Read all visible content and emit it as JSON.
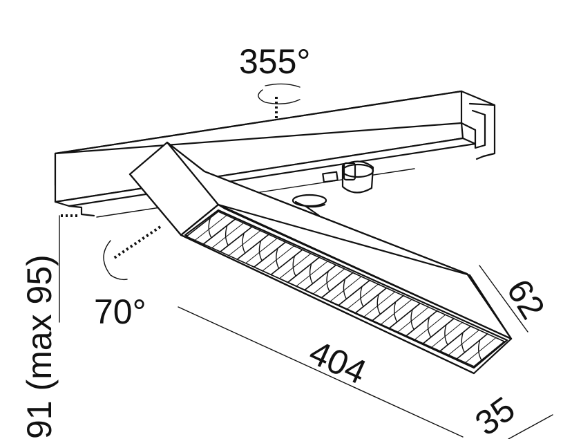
{
  "dimensions": {
    "rotation_horizontal": "355°",
    "tilt": "70°",
    "height": "91 (max 95)",
    "length": "404",
    "head_height": "62",
    "head_width": "35"
  },
  "louver_cells": 17,
  "colors": {
    "line": "#111111",
    "background": "#ffffff"
  }
}
